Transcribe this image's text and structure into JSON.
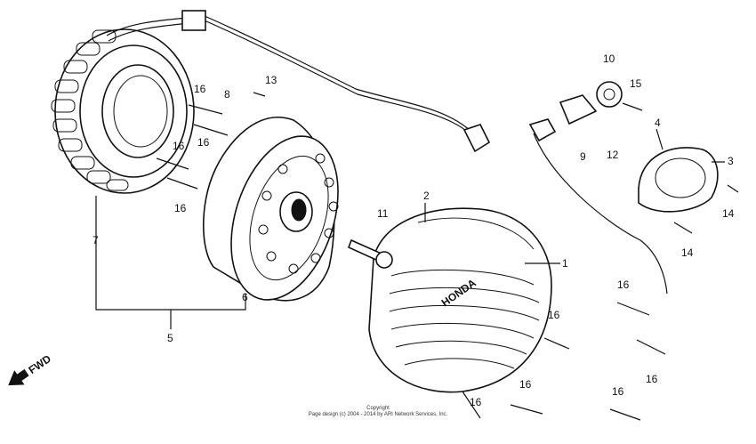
{
  "diagram": {
    "fwd_label": "FWD",
    "copyright_line1": "Copyright",
    "copyright_line2": "Page design (c) 2004 - 2014 by ARI Network Services, Inc.",
    "cover_logo_text": "HONDA",
    "callouts": [
      "1",
      "2",
      "3",
      "4",
      "5",
      "6",
      "7",
      "8",
      "9",
      "10",
      "11",
      "12",
      "13",
      "14",
      "14",
      "15",
      "16",
      "16",
      "16",
      "16",
      "16",
      "16",
      "16",
      "16",
      "16",
      "16"
    ]
  }
}
